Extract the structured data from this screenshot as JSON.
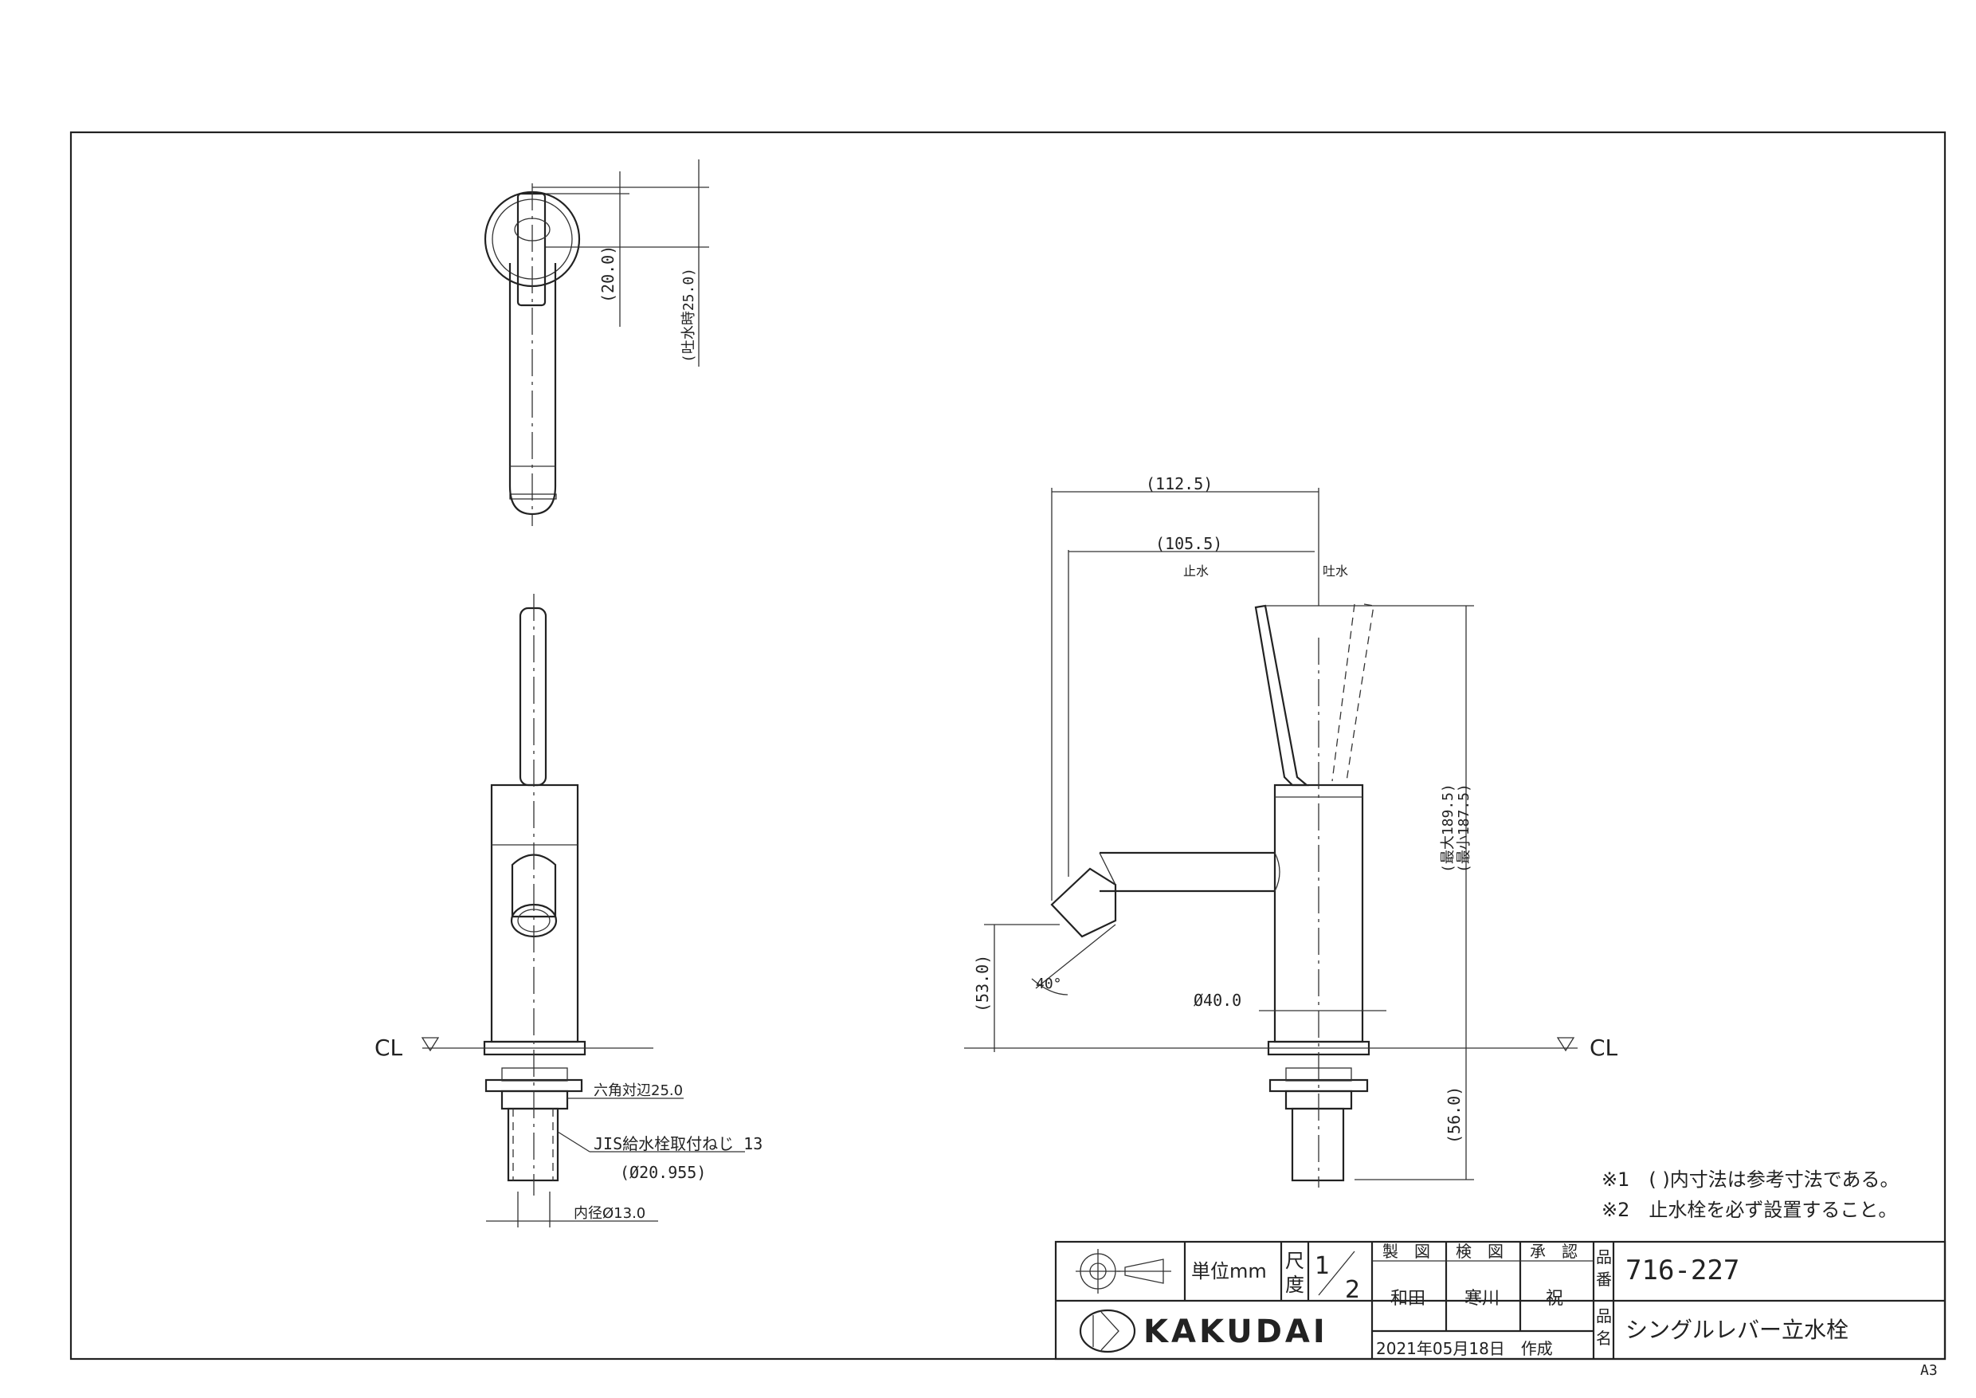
{
  "dimensions": {
    "top_20": "(20.0)",
    "top_25": "(吐水時25.0)",
    "w_112": "(112.5)",
    "w_105": "(105.5)",
    "stop": "止水",
    "spout": "吐水",
    "h_max": "(最大189.5)",
    "h_min": "(最小187.5)",
    "h_53": "(53.0)",
    "angle": "40°",
    "dia40": "Ø40.0",
    "h_56": "(56.0)",
    "cl_left": "CL",
    "cl_right": "CL",
    "hex": "六角対辺25.0",
    "jis": "JIS給水栓取付ねじ 13",
    "jis_dia": "(Ø20.955)",
    "inner": "内径Ø13.0"
  },
  "notes": [
    "※1　(  )内寸法は参考寸法である。",
    "※2　止水栓を必ず設置すること。"
  ],
  "title_block": {
    "unit": "単位mm",
    "scale_label_1": "尺",
    "scale_label_2": "度",
    "scale_num": "1",
    "scale_den": "2",
    "drawn_label": "製　図",
    "checked_label": "検　図",
    "approved_label": "承　認",
    "drawn_by": "和田",
    "checked_by": "寒川",
    "approved_by": "祝",
    "part_no_label_1": "品",
    "part_no_label_2": "番",
    "part_no": "716-227",
    "name_label_1": "品",
    "name_label_2": "名",
    "part_name": "シングルレバー立水栓",
    "date": "2021年05月18日　作成",
    "logo": "KAKUDAI"
  },
  "sheet_size": "A3"
}
